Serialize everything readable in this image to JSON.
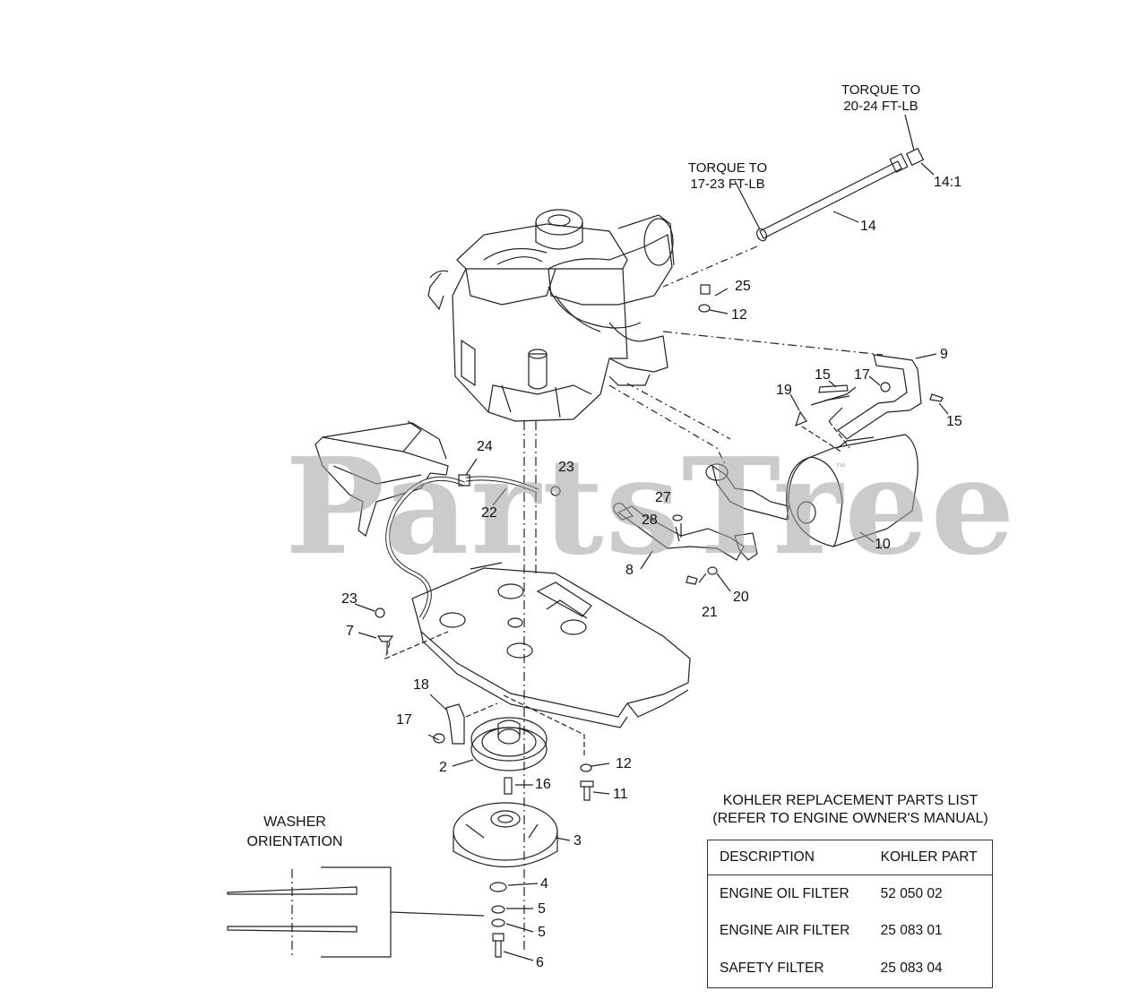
{
  "brand_watermark": "PartsTree",
  "trademark_symbol": "™",
  "torque_notes": [
    {
      "id": "torque-note-muffler-end",
      "line1": "TORQUE TO",
      "line2": "20-24 FT-LB"
    },
    {
      "id": "torque-note-engine-end",
      "line1": "TORQUE TO",
      "line2": "17-23 FT-LB"
    }
  ],
  "part_callouts": [
    "14:1",
    "14",
    "25",
    "12",
    "9",
    "15",
    "17",
    "19",
    "15",
    "23",
    "24",
    "22",
    "27",
    "28",
    "10",
    "8",
    "20",
    "21",
    "23",
    "7",
    "18",
    "17",
    "2",
    "12",
    "16",
    "11",
    "3",
    "4",
    "5",
    "5",
    "6"
  ],
  "washer_orientation": {
    "line1": "WASHER",
    "line2": "ORIENTATION"
  },
  "parts_list": {
    "title_line1": "KOHLER REPLACEMENT PARTS LIST",
    "title_line2": "(REFER TO ENGINE OWNER'S MANUAL)",
    "headers": [
      "DESCRIPTION",
      "KOHLER PART"
    ],
    "rows": [
      [
        "ENGINE OIL FILTER",
        "52 050 02"
      ],
      [
        "ENGINE AIR FILTER",
        "25 083 01"
      ],
      [
        "SAFETY FILTER",
        "25 083 04"
      ]
    ]
  },
  "colors": {
    "line": "#222222",
    "watermark": "#a0a0a0"
  }
}
